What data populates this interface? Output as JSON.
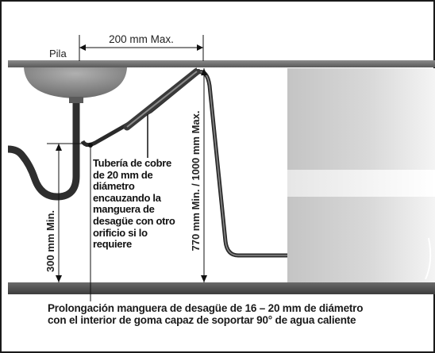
{
  "labels": {
    "sink": "Pila",
    "max_offset": "200 mm Max.",
    "min_height": "300 mm Min.",
    "height_range": "770 mm Min. / 1000 mm Max."
  },
  "pipe_note": [
    "Tubería de cobre",
    "de 20 mm de",
    "diámetro",
    "encauzando la",
    "manguera de",
    "desagüe con otro",
    "orificio si lo",
    "requiere"
  ],
  "caption": [
    "Prolongación manguera de desagüe de 16 – 20 mm de diámetro",
    "con el interior de goma capaz de soportar 90°  de agua caliente"
  ],
  "colors": {
    "frame": "#1a1a1a",
    "bar_dark": "#5a5a5a",
    "hose": "#2e2e2e",
    "appliance_gray": "#b8b8b8"
  }
}
